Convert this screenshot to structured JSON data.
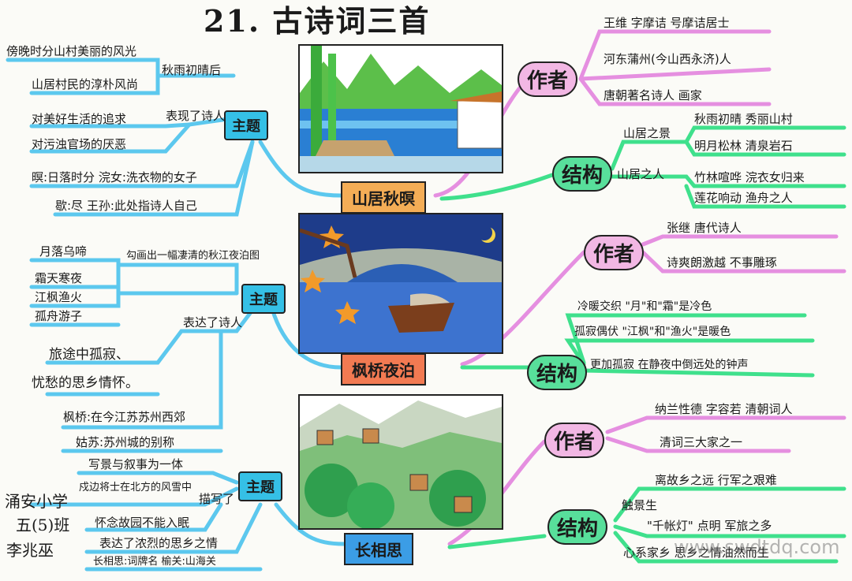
{
  "title": "21. 古诗词三首",
  "watermark": "www.swdtdq.com",
  "signature": {
    "school": "涌安小学",
    "class": "五(5)班",
    "name": "李兆巫"
  },
  "poem1": {
    "name": "山居秋暝",
    "theme_hub": "主题",
    "theme": {
      "scene1": "傍晚时分山村美丽的风光",
      "scene2": "山居村民的淳朴风尚",
      "scene_head": "秋雨初晴后",
      "express_head": "表现了诗人",
      "express1": "对美好生活的追求",
      "express2": "对污浊官场的厌恶",
      "note1": "暝:日落时分  浣女:洗衣物的女子",
      "note2": "歇:尽  王孙:此处指诗人自己"
    },
    "author_hub": "作者",
    "author": [
      "王维  字摩诘  号摩诘居士",
      "河东蒲州(今山西永济)人",
      "唐朝著名诗人 画家"
    ],
    "structure_hub": "结构",
    "structure": {
      "scene_label": "山居之景",
      "scene_items": [
        "秋雨初晴  秀丽山村",
        "明月松林  清泉岩石"
      ],
      "people_label": "山居之人",
      "people_items": [
        "竹林喧哗  浣衣女归来",
        "莲花响动  渔舟之人"
      ]
    }
  },
  "poem2": {
    "name": "枫桥夜泊",
    "theme_hub": "主题",
    "theme": {
      "images": [
        "月落乌啼",
        "霜天寒夜",
        "江枫渔火",
        "孤舟游子"
      ],
      "picture": "勾画出一幅凄清的秋江夜泊图",
      "express_head": "表达了诗人",
      "express1": "旅途中孤寂、",
      "express2": "忧愁的思乡情怀。",
      "note1": "枫桥:在今江苏苏州西郊",
      "note2": "姑苏:苏州城的别称"
    },
    "author_hub": "作者",
    "author": [
      "张继  唐代诗人",
      "诗爽朗激越  不事雕琢"
    ],
    "structure_hub": "结构",
    "structure": [
      "冷暖交织 \"月\"和\"霜\"是冷色",
      "孤寂偶伏 \"江枫\"和\"渔火\"是暖色",
      "更加孤寂  在静夜中倒远处的钟声"
    ]
  },
  "poem3": {
    "name": "长相思",
    "theme_hub": "主题",
    "theme": {
      "combo": "写景与叙事为一体",
      "describe_head": "描写了",
      "describe": "戍边将士在北方的风雪中",
      "express1": "怀念故园不能入眠",
      "express2": "表达了浓烈的思乡之情",
      "note": "长相思:词牌名  榆关:山海关"
    },
    "author_hub": "作者",
    "author": [
      "纳兰性德  字容若  清朝词人",
      "清词三大家之一"
    ],
    "structure_hub": "结构",
    "structure": {
      "lead": "触景生",
      "items": [
        "离故乡之远  行军之艰难",
        "\"千帐灯\" 点明 军旅之多",
        "心系家乡  思乡之情油然而生"
      ]
    }
  },
  "colors": {
    "theme_line": "#5cc8ee",
    "author_line": "#e58fe0",
    "structure_line": "#3fe08c",
    "hub_blue": "#35c0e6",
    "hub_pink": "#f2b7e4",
    "hub_green": "#58df9b"
  }
}
